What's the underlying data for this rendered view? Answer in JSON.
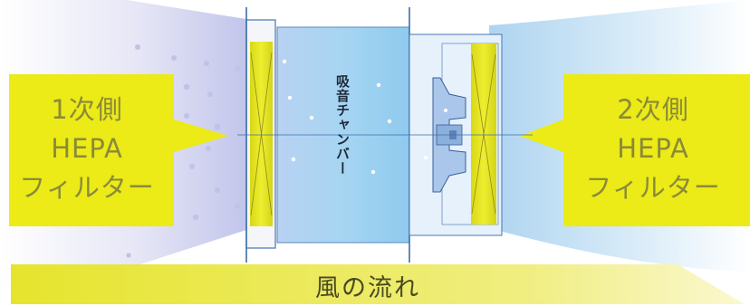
{
  "labels": {
    "primary_filter": [
      "1次側",
      "HEPA",
      "フィルター"
    ],
    "chamber": "吸音チャンバー",
    "secondary_filter": [
      "2次側",
      "HEPA",
      "フィルター"
    ],
    "airflow": "風の流れ"
  },
  "colors": {
    "filter_yellow": "#e6e000",
    "label_box_yellow": "#ecea17",
    "arrow_yellow": "#ecea3a",
    "chamber_blue": "#9fd0ef",
    "frame_line": "#3a6fa8",
    "particle_purple": "#bcbbe6",
    "text_olive": "#8a8a3a"
  },
  "icons": {
    "filter_media": "filter-pleat-icon",
    "fan": "fan-motor-icon",
    "particle": "dust-particle-icon"
  }
}
